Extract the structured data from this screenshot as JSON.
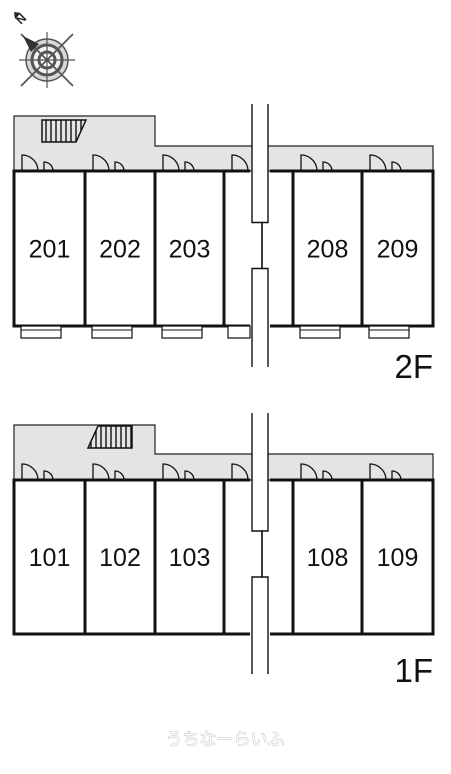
{
  "compass": {
    "north_label": "N",
    "icon": "compass-rose-icon"
  },
  "floors": [
    {
      "id": "2F",
      "label": "2F",
      "units": [
        "201",
        "202",
        "203",
        "208",
        "209"
      ]
    },
    {
      "id": "1F",
      "label": "1F",
      "units": [
        "101",
        "102",
        "103",
        "108",
        "109"
      ]
    }
  ],
  "watermark": "うちなーらいふ",
  "colors": {
    "corridor": "#e4e4e4",
    "wall": "#111111",
    "background": "#ffffff"
  }
}
